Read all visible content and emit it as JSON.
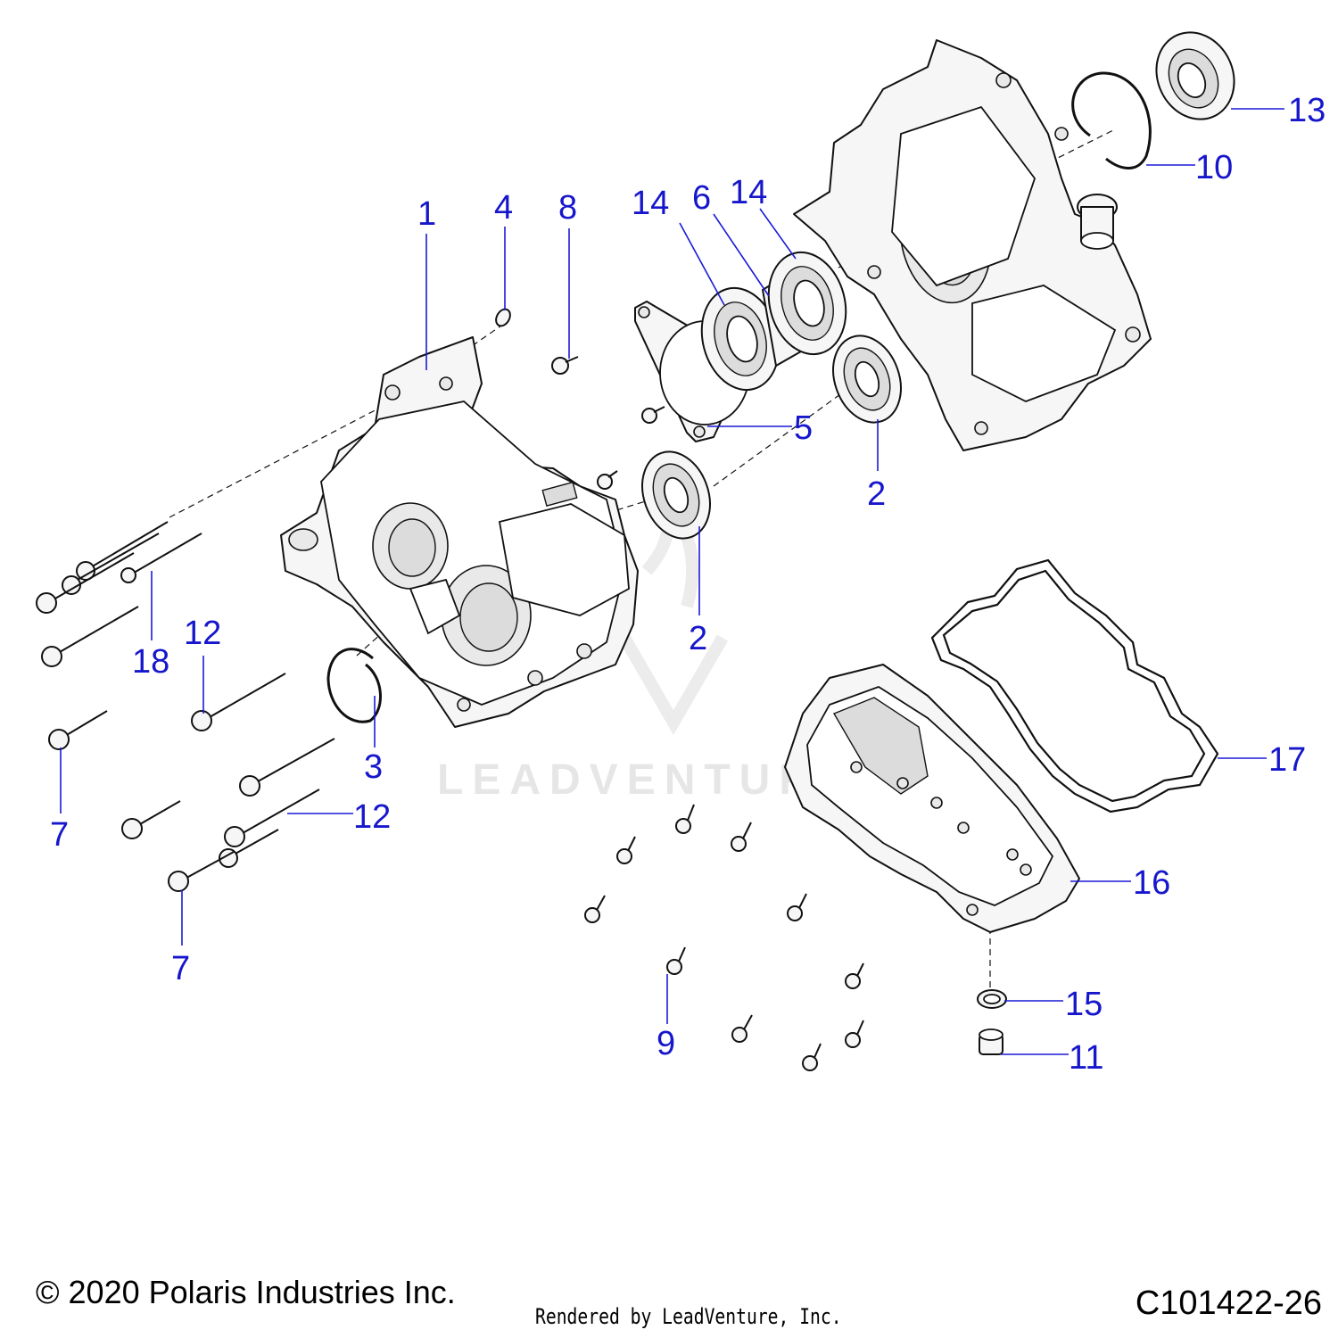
{
  "watermark": {
    "text": "LEADVENTURE"
  },
  "callouts": [
    {
      "id": "c1",
      "label": "1"
    },
    {
      "id": "c4",
      "label": "4"
    },
    {
      "id": "c8",
      "label": "8"
    },
    {
      "id": "c14a",
      "label": "14"
    },
    {
      "id": "c6",
      "label": "6"
    },
    {
      "id": "c14b",
      "label": "14"
    },
    {
      "id": "c13",
      "label": "13"
    },
    {
      "id": "c10",
      "label": "10"
    },
    {
      "id": "c5",
      "label": "5"
    },
    {
      "id": "c2a",
      "label": "2"
    },
    {
      "id": "c2b",
      "label": "2"
    },
    {
      "id": "c18",
      "label": "18"
    },
    {
      "id": "c12a",
      "label": "12"
    },
    {
      "id": "c3",
      "label": "3"
    },
    {
      "id": "c7a",
      "label": "7"
    },
    {
      "id": "c12b",
      "label": "12"
    },
    {
      "id": "c7b",
      "label": "7"
    },
    {
      "id": "c17",
      "label": "17"
    },
    {
      "id": "c16",
      "label": "16"
    },
    {
      "id": "c15",
      "label": "15"
    },
    {
      "id": "c11",
      "label": "11"
    },
    {
      "id": "c9",
      "label": "9"
    }
  ],
  "footer": {
    "copyright": "© 2020 Polaris Industries Inc.",
    "rendered_by": "Rendered by LeadVenture, Inc.",
    "figure_id": "C101422-26"
  }
}
